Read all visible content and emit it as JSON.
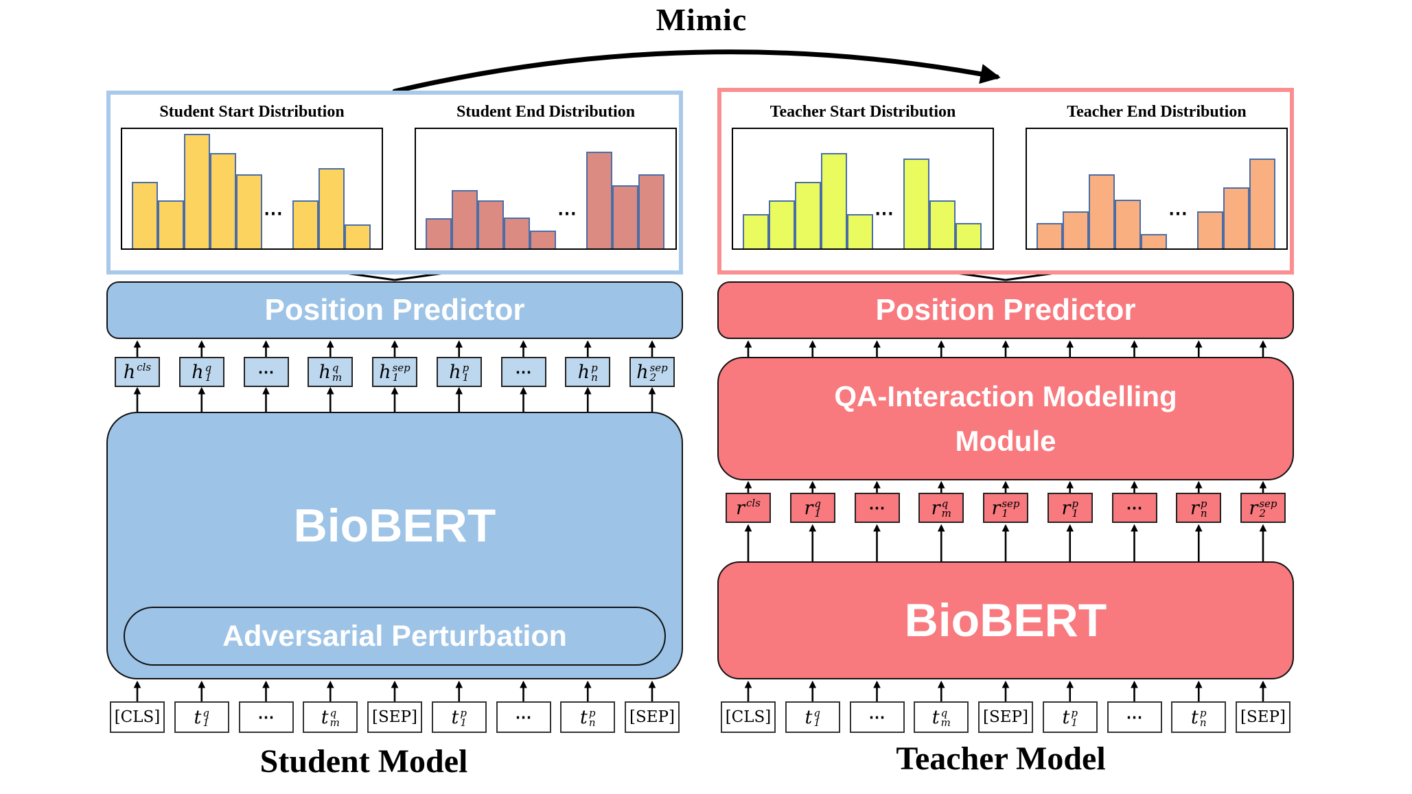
{
  "title": "Mimic",
  "student": {
    "label": "Student Model",
    "position_predictor": "Position Predictor",
    "biobert": "BioBERT",
    "adversarial": "Adversarial Perturbation",
    "hidden_tokens": [
      {
        "base": "h",
        "sup": "cls"
      },
      {
        "base": "h",
        "sup": "q",
        "sub": "1"
      },
      {
        "dots": "⋯"
      },
      {
        "base": "h",
        "sup": "q",
        "sub": "m"
      },
      {
        "base": "h",
        "sup": "sep",
        "sub": "1"
      },
      {
        "base": "h",
        "sup": "p",
        "sub": "1"
      },
      {
        "dots": "⋯"
      },
      {
        "base": "h",
        "sup": "p",
        "sub": "n"
      },
      {
        "base": "h",
        "sup": "sep",
        "sub": "2"
      }
    ],
    "input_tokens": [
      {
        "plain": "[CLS]"
      },
      {
        "base": "t",
        "sup": "q",
        "sub": "1"
      },
      {
        "dots": "⋯"
      },
      {
        "base": "t",
        "sup": "q",
        "sub": "m"
      },
      {
        "plain": "[SEP]"
      },
      {
        "base": "t",
        "sup": "p",
        "sub": "1"
      },
      {
        "dots": "⋯"
      },
      {
        "base": "t",
        "sup": "p",
        "sub": "n"
      },
      {
        "plain": "[SEP]"
      }
    ]
  },
  "teacher": {
    "label": "Teacher Model",
    "position_predictor": "Position Predictor",
    "qa_module": {
      "line1": "QA-Interaction Modelling",
      "line2": "Module"
    },
    "biobert": "BioBERT",
    "r_tokens": [
      {
        "base": "r",
        "sup": "cls"
      },
      {
        "base": "r",
        "sup": "q",
        "sub": "1"
      },
      {
        "dots": "⋯"
      },
      {
        "base": "r",
        "sup": "q",
        "sub": "m"
      },
      {
        "base": "r",
        "sup": "sep",
        "sub": "1"
      },
      {
        "base": "r",
        "sup": "p",
        "sub": "1"
      },
      {
        "dots": "⋯"
      },
      {
        "base": "r",
        "sup": "p",
        "sub": "n"
      },
      {
        "base": "r",
        "sup": "sep",
        "sub": "2"
      }
    ],
    "input_tokens": [
      {
        "plain": "[CLS]"
      },
      {
        "base": "t",
        "sup": "q",
        "sub": "1"
      },
      {
        "dots": "⋯"
      },
      {
        "base": "t",
        "sup": "q",
        "sub": "m"
      },
      {
        "plain": "[SEP]"
      },
      {
        "base": "t",
        "sup": "p",
        "sub": "1"
      },
      {
        "dots": "⋯"
      },
      {
        "base": "t",
        "sup": "p",
        "sub": "n"
      },
      {
        "plain": "[SEP]"
      }
    ]
  },
  "chart_data": [
    {
      "type": "bar",
      "title": "Student Start Distribution",
      "ylim": [
        0,
        1
      ],
      "values": [
        0.56,
        0.4,
        0.96,
        0.8,
        0.62,
        null,
        0.4,
        0.67,
        0.2
      ],
      "ellipsis": "⋯",
      "bar_color": "#FBD35E",
      "bar_border": "#4A6DA7",
      "grid": false
    },
    {
      "type": "bar",
      "title": "Student End Distribution",
      "ylim": [
        0,
        1
      ],
      "values": [
        0.25,
        0.49,
        0.4,
        0.26,
        0.15,
        null,
        0.81,
        0.53,
        0.62
      ],
      "ellipsis": "⋯",
      "bar_color": "#DB8B82",
      "bar_border": "#4A6DA7",
      "grid": false
    },
    {
      "type": "bar",
      "title": "Teacher Start Distribution",
      "ylim": [
        0,
        1
      ],
      "values": [
        0.29,
        0.4,
        0.56,
        0.8,
        0.29,
        null,
        0.75,
        0.4,
        0.21
      ],
      "ellipsis": "⋯",
      "bar_color": "#EAFB60",
      "bar_border": "#4A6DA7",
      "grid": false
    },
    {
      "type": "bar",
      "title": "Teacher End Distribution",
      "ylim": [
        0,
        1
      ],
      "values": [
        0.21,
        0.31,
        0.62,
        0.41,
        0.12,
        null,
        0.31,
        0.51,
        0.75
      ],
      "ellipsis": "⋯",
      "bar_color": "#F9AF80",
      "bar_border": "#4A6DA7",
      "grid": false
    }
  ],
  "colors": {
    "student_module_fill": "#9DC3E6",
    "student_token_fill": "#BDD7EE",
    "student_frame": "#A9C9EA",
    "teacher_module_fill": "#F8797E",
    "teacher_frame": "#FA8E91",
    "bar_border": "#4A6DA7",
    "arrow": "#000000"
  }
}
